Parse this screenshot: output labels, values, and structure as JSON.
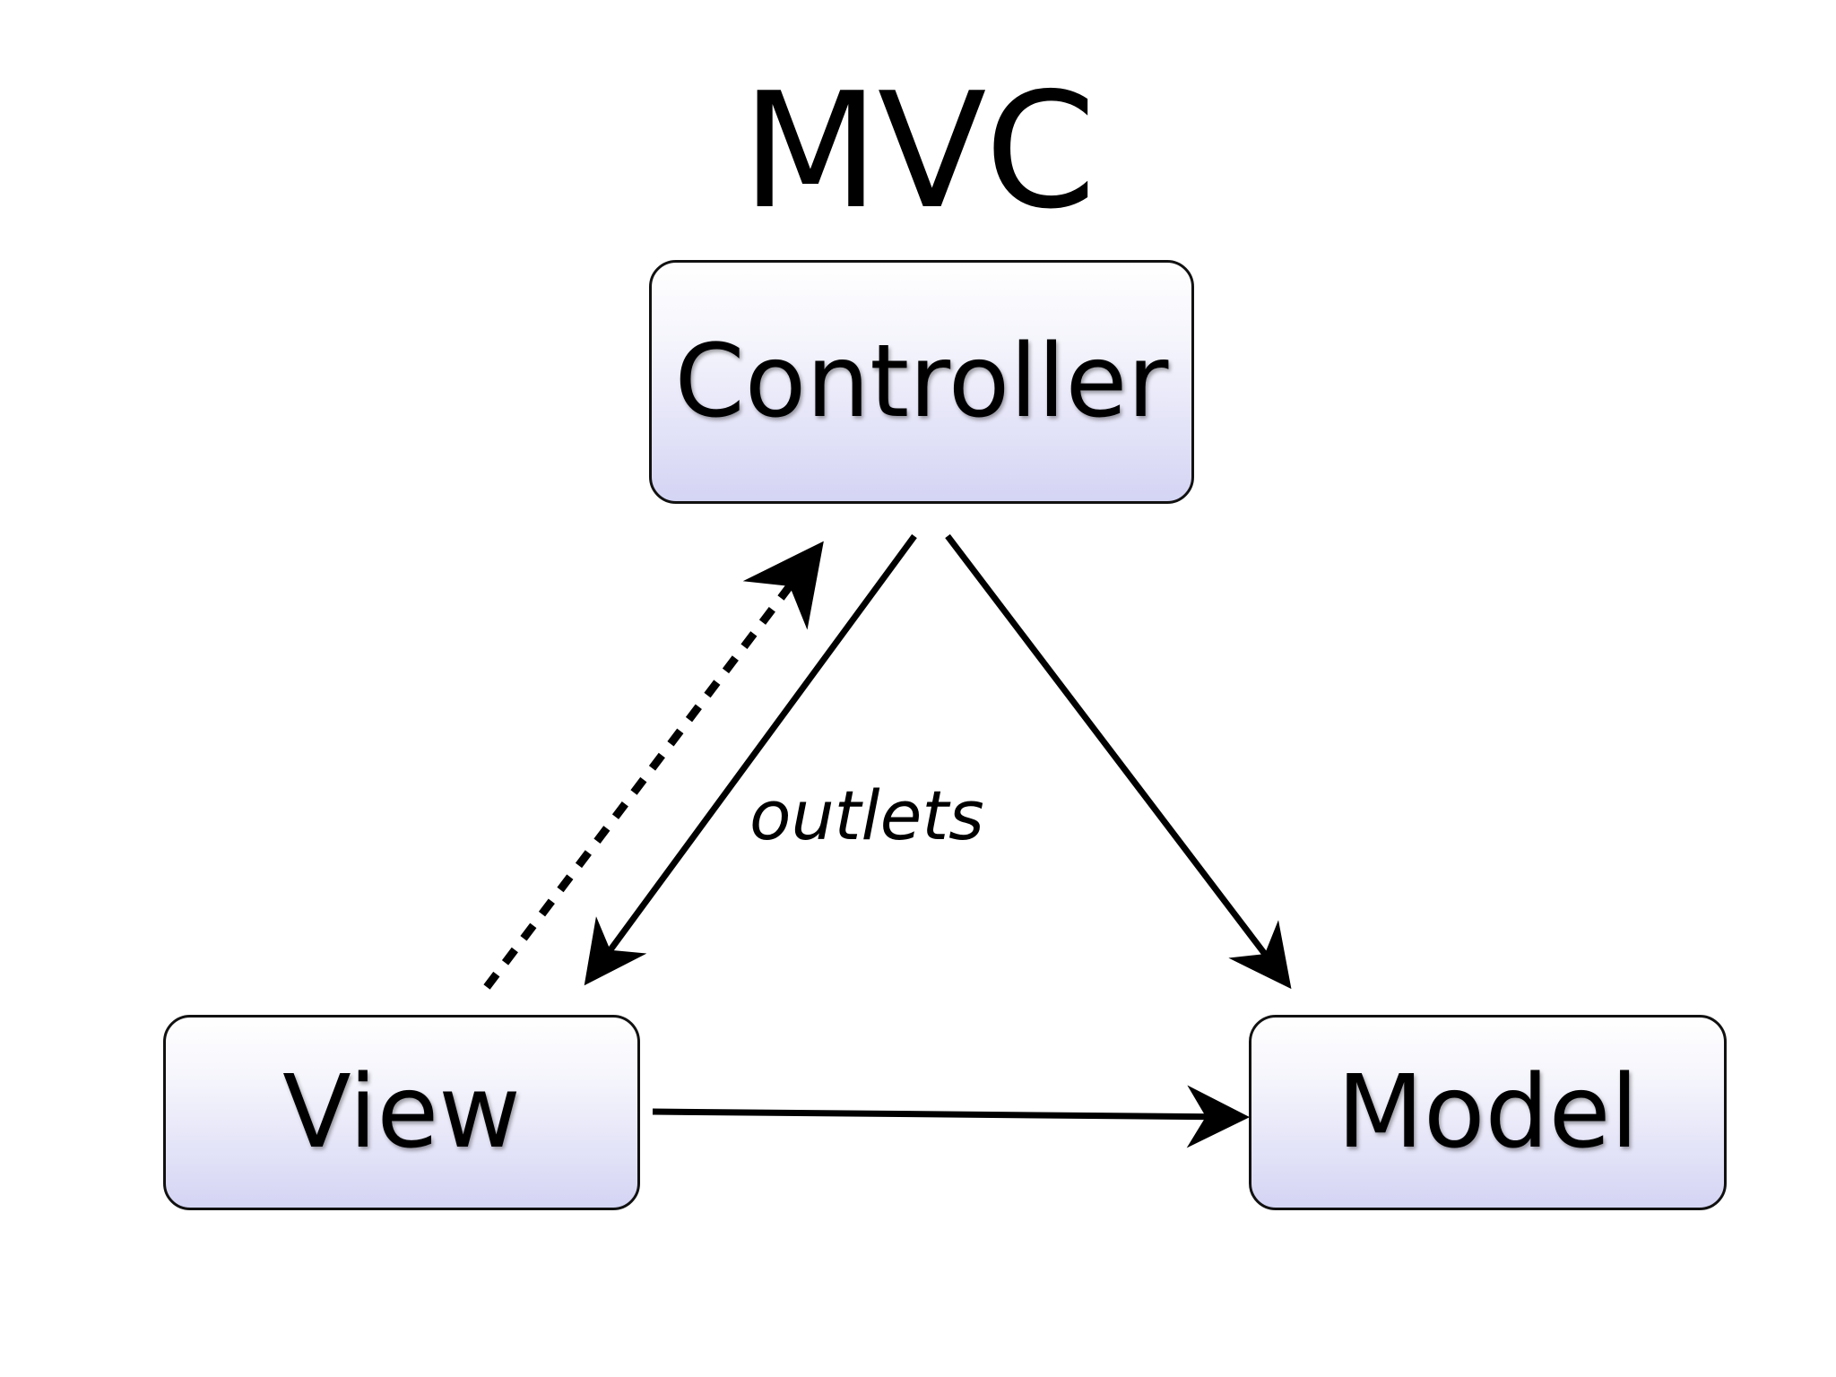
{
  "title": "MVC",
  "nodes": {
    "controller": "Controller",
    "view": "View",
    "model": "Model"
  },
  "edge_labels": {
    "outlets": "outlets"
  },
  "edges": [
    {
      "from": "controller",
      "to": "view",
      "style": "solid",
      "label": "outlets"
    },
    {
      "from": "controller",
      "to": "model",
      "style": "solid"
    },
    {
      "from": "view",
      "to": "controller",
      "style": "dotted"
    },
    {
      "from": "view",
      "to": "model",
      "style": "solid"
    }
  ],
  "colors": {
    "node_fill_top": "#ffffff",
    "node_fill_bottom": "#d4d4f4",
    "stroke": "#000000"
  }
}
